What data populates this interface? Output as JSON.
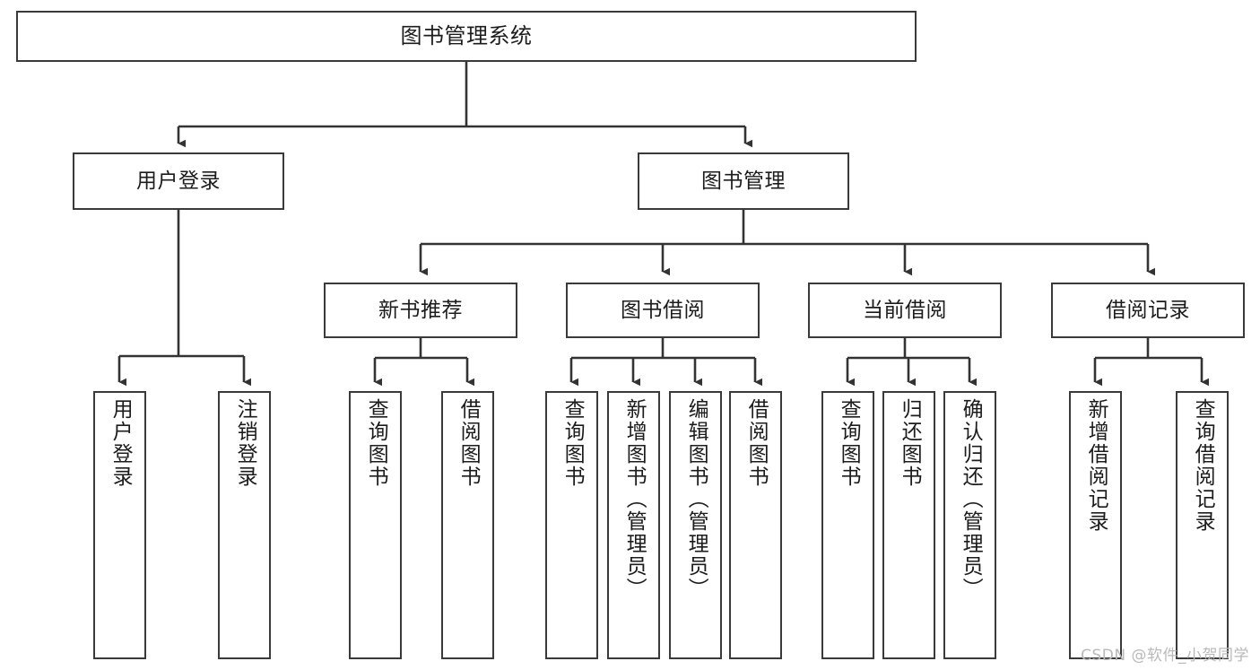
{
  "diagram": {
    "title": "图书管理系统",
    "type": "hierarchy-tree",
    "orientation": "top-down",
    "edge_color": "#333333",
    "node_border_color": "#3a3a3a",
    "node_fill_color": "#ffffff",
    "text_color": "#1c1c1c"
  },
  "nodes": {
    "root": {
      "label": "图书管理系统"
    },
    "level2": [
      {
        "label": "用户登录"
      },
      {
        "label": "图书管理"
      }
    ],
    "level3": [
      {
        "label": "新书推荐"
      },
      {
        "label": "图书借阅"
      },
      {
        "label": "当前借阅"
      },
      {
        "label": "借阅记录"
      }
    ],
    "leaves": {
      "user_login": [
        {
          "label": "用户登录"
        },
        {
          "label": "注销登录"
        }
      ],
      "new_book_recommend": [
        {
          "label": "查询图书"
        },
        {
          "label": "借阅图书"
        }
      ],
      "book_borrow": [
        {
          "label": "查询图书"
        },
        {
          "label": "新增图书（管理员）"
        },
        {
          "label": "编辑图书（管理员）"
        },
        {
          "label": "借阅图书"
        }
      ],
      "current_borrow": [
        {
          "label": "查询图书"
        },
        {
          "label": "归还图书"
        },
        {
          "label": "确认归还（管理员）"
        }
      ],
      "borrow_record": [
        {
          "label": "新增借阅记录"
        },
        {
          "label": "查询借阅记录"
        }
      ]
    }
  },
  "watermark": {
    "text": "CSDN @软件_小贺同学"
  }
}
